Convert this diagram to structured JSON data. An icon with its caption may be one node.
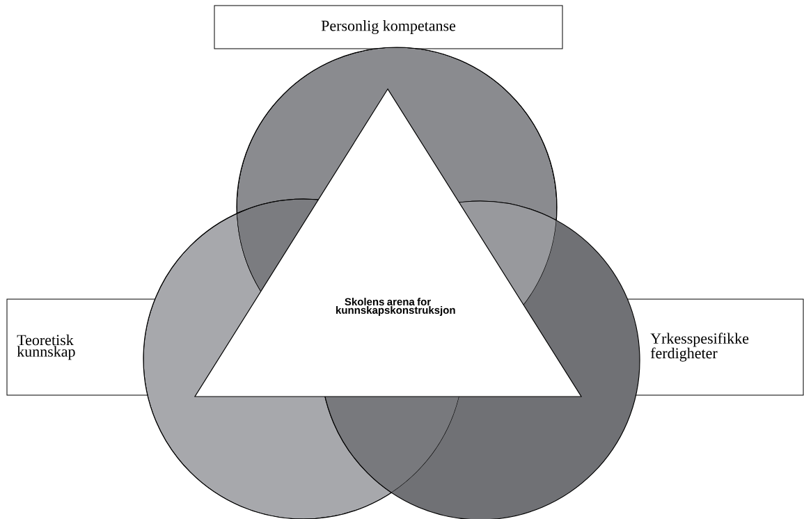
{
  "diagram": {
    "nodes": [
      {
        "text": [
          "Personlig kompetanse"
        ]
      },
      {
        "text": [
          "Teoretisk kunnskap"
        ]
      },
      {
        "text": [
          "Skolens arena for kunnskapskonstruksjon"
        ]
      },
      {
        "text": [
          "Yrkesspesifikke ferdigheter"
        ]
      }
    ]
  }
}
